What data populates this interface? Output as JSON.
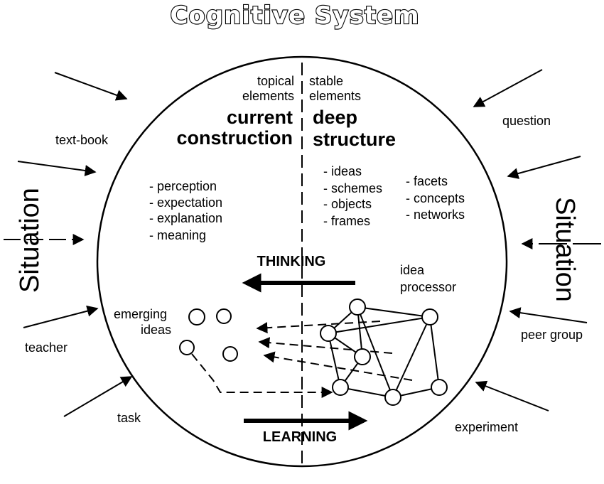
{
  "title": "Cognitive System",
  "left_situation": "Situation",
  "right_situation": "Situation",
  "top_left_label_1": "topical",
  "top_left_label_2": "elements",
  "top_right_label_1": "stable",
  "top_right_label_2": "elements",
  "current_1": "current",
  "current_2": "construction",
  "deep_1": "deep",
  "deep_2": "structure",
  "left_list": [
    "- perception",
    "- expectation",
    "- explanation",
    "- meaning"
  ],
  "mid_list": [
    "- ideas",
    "- schemes",
    "- objects",
    "- frames"
  ],
  "right_list": [
    "- facets",
    "- concepts",
    "- networks"
  ],
  "thinking": "THINKING",
  "learning": "LEARNING",
  "idea_processor_1": "idea",
  "idea_processor_2": "processor",
  "emerging_1": "emerging",
  "emerging_2": "ideas",
  "inputs": {
    "text_book": "text-book",
    "teacher": "teacher",
    "task": "task",
    "question": "question",
    "peer_group": "peer group",
    "experiment": "experiment"
  }
}
